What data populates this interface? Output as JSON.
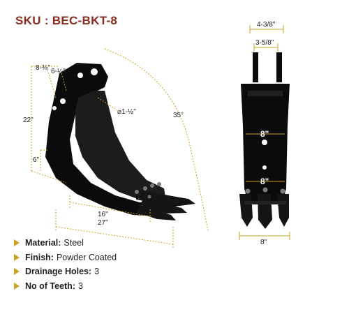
{
  "sku": "SKU : BEC-BKT-8",
  "dimensions": {
    "side_8_3_8": "8-⅜\"",
    "side_6_1_4": "6-¼\"",
    "pin_diameter": "⌀1-½\"",
    "angle": "35°",
    "height_22": "22\"",
    "height_6": "6\"",
    "length_16": "16\"",
    "length_27": "27\"",
    "front_top_outer": "4-3/8\"",
    "front_top_inner": "3-5/8\"",
    "front_width_top": "8\"",
    "front_width_mid": "8\"",
    "front_width_bottom": "8\""
  },
  "specs": [
    {
      "key": "Material:",
      "value": "Steel"
    },
    {
      "key": "Finish:",
      "value": " Powder Coated"
    },
    {
      "key": "Drainage Holes:",
      "value": "3"
    },
    {
      "key": "No of Teeth:",
      "value": "3"
    }
  ],
  "colors": {
    "sku": "#8b2a1e",
    "accent": "#c9a227",
    "steel": "#0b0b0b"
  }
}
